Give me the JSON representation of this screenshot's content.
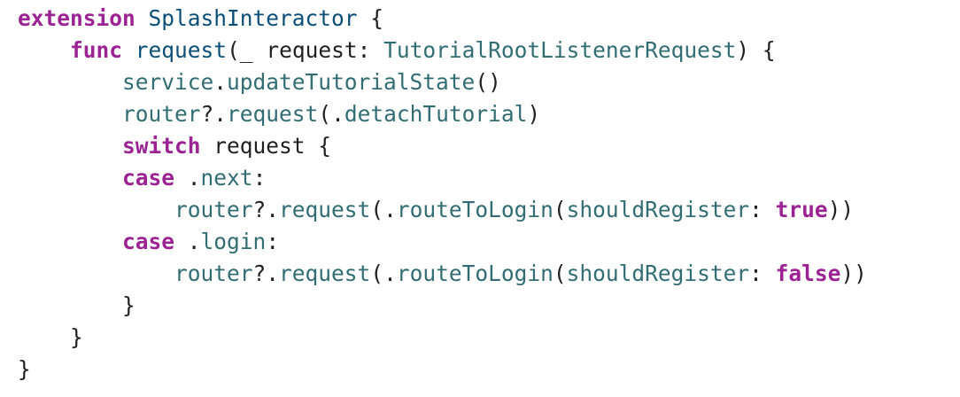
{
  "colors": {
    "background": "#ffffff",
    "keyword": "#9b2393",
    "type": "#0b4f79",
    "member": "#326d74",
    "plain": "#1f1f24"
  },
  "code": {
    "lines": [
      [
        {
          "t": "extension",
          "c": "kw"
        },
        {
          "t": " ",
          "c": "pl"
        },
        {
          "t": "SplashInteractor",
          "c": "typ"
        },
        {
          "t": " {",
          "c": "pl"
        }
      ],
      [
        {
          "t": "    ",
          "c": "pl"
        },
        {
          "t": "func",
          "c": "kw"
        },
        {
          "t": " ",
          "c": "pl"
        },
        {
          "t": "request",
          "c": "typ"
        },
        {
          "t": "(_ request: ",
          "c": "pl"
        },
        {
          "t": "TutorialRootListenerRequest",
          "c": "fn"
        },
        {
          "t": ") {",
          "c": "pl"
        }
      ],
      [
        {
          "t": "        ",
          "c": "pl"
        },
        {
          "t": "service",
          "c": "fn"
        },
        {
          "t": ".",
          "c": "pl"
        },
        {
          "t": "updateTutorialState",
          "c": "fn"
        },
        {
          "t": "()",
          "c": "pl"
        }
      ],
      [
        {
          "t": "        ",
          "c": "pl"
        },
        {
          "t": "router",
          "c": "fn"
        },
        {
          "t": "?.",
          "c": "pl"
        },
        {
          "t": "request",
          "c": "fn"
        },
        {
          "t": "(.",
          "c": "pl"
        },
        {
          "t": "detachTutorial",
          "c": "fn"
        },
        {
          "t": ")",
          "c": "pl"
        }
      ],
      [
        {
          "t": "        ",
          "c": "pl"
        },
        {
          "t": "switch",
          "c": "kw"
        },
        {
          "t": " request {",
          "c": "pl"
        }
      ],
      [
        {
          "t": "        ",
          "c": "pl"
        },
        {
          "t": "case",
          "c": "kw"
        },
        {
          "t": " .",
          "c": "pl"
        },
        {
          "t": "next",
          "c": "fn"
        },
        {
          "t": ":",
          "c": "pl"
        }
      ],
      [
        {
          "t": "            ",
          "c": "pl"
        },
        {
          "t": "router",
          "c": "fn"
        },
        {
          "t": "?.",
          "c": "pl"
        },
        {
          "t": "request",
          "c": "fn"
        },
        {
          "t": "(.",
          "c": "pl"
        },
        {
          "t": "routeToLogin",
          "c": "fn"
        },
        {
          "t": "(",
          "c": "pl"
        },
        {
          "t": "shouldRegister",
          "c": "fn"
        },
        {
          "t": ": ",
          "c": "pl"
        },
        {
          "t": "true",
          "c": "kw"
        },
        {
          "t": "))",
          "c": "pl"
        }
      ],
      [
        {
          "t": "        ",
          "c": "pl"
        },
        {
          "t": "case",
          "c": "kw"
        },
        {
          "t": " .",
          "c": "pl"
        },
        {
          "t": "login",
          "c": "fn"
        },
        {
          "t": ":",
          "c": "pl"
        }
      ],
      [
        {
          "t": "            ",
          "c": "pl"
        },
        {
          "t": "router",
          "c": "fn"
        },
        {
          "t": "?.",
          "c": "pl"
        },
        {
          "t": "request",
          "c": "fn"
        },
        {
          "t": "(.",
          "c": "pl"
        },
        {
          "t": "routeToLogin",
          "c": "fn"
        },
        {
          "t": "(",
          "c": "pl"
        },
        {
          "t": "shouldRegister",
          "c": "fn"
        },
        {
          "t": ": ",
          "c": "pl"
        },
        {
          "t": "false",
          "c": "kw"
        },
        {
          "t": "))",
          "c": "pl"
        }
      ],
      [
        {
          "t": "        }",
          "c": "pl"
        }
      ],
      [
        {
          "t": "    }",
          "c": "pl"
        }
      ],
      [
        {
          "t": "}",
          "c": "pl"
        }
      ]
    ]
  }
}
